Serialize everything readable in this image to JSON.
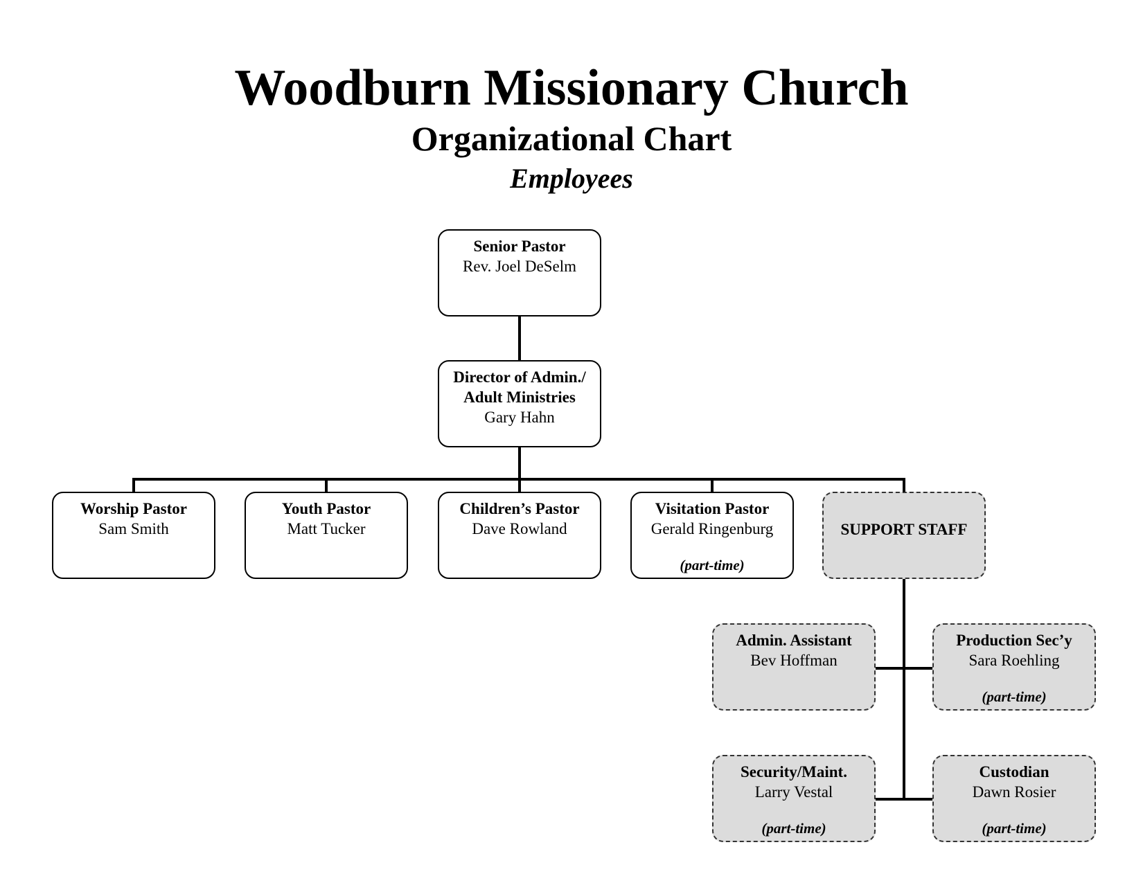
{
  "header": {
    "title": "Woodburn Missionary Church",
    "subtitle": "Organizational Chart",
    "section": "Employees"
  },
  "nodes": {
    "senior_pastor": {
      "role": "Senior Pastor",
      "name": "Rev. Joel DeSelm"
    },
    "director": {
      "role_line1": "Director of Admin./",
      "role_line2": "Adult Ministries",
      "name": "Gary Hahn"
    },
    "worship_pastor": {
      "role": "Worship Pastor",
      "name": "Sam Smith"
    },
    "youth_pastor": {
      "role": "Youth Pastor",
      "name": "Matt Tucker"
    },
    "childrens_pastor": {
      "role": "Children’s Pastor",
      "name": "Dave Rowland"
    },
    "visitation_pastor": {
      "role": "Visitation Pastor",
      "name": "Gerald Ringenburg",
      "note": "(part-time)"
    },
    "support_staff": {
      "role": "SUPPORT STAFF"
    },
    "admin_assistant": {
      "role": "Admin. Assistant",
      "name": "Bev Hoffman"
    },
    "production_secy": {
      "role": "Production Sec’y",
      "name": "Sara Roehling",
      "note": "(part-time)"
    },
    "security_maint": {
      "role": "Security/Maint.",
      "name": "Larry Vestal",
      "note": "(part-time)"
    },
    "custodian": {
      "role": "Custodian",
      "name": "Dawn Rosier",
      "note": "(part-time)"
    }
  },
  "colors": {
    "staff_fill": "#dcdcdc",
    "line": "#000000"
  }
}
